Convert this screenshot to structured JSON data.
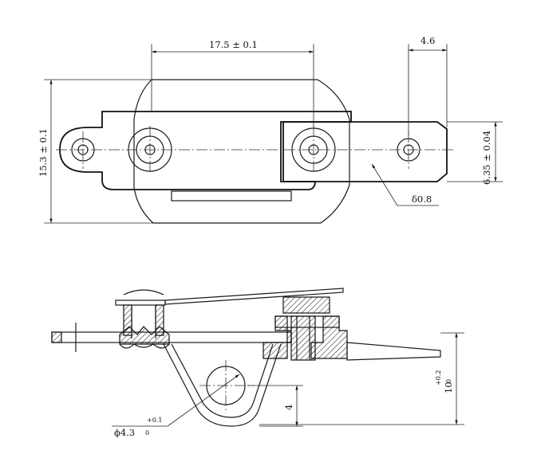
{
  "top_view": {
    "dim_center_distance": "17.5 ± 0.1",
    "dim_height": "15.3 ± 0.1",
    "dim_terminal_width": "6.35 ± 0.04",
    "dim_terminal_offset": "4.6",
    "dim_thickness": "δ0.8"
  },
  "side_view": {
    "dim_hole_base": "ϕ4.3",
    "dim_hole_sup": "+0.1",
    "dim_hole_sub": "0",
    "dim_height_base": "10",
    "dim_height_sup": "+0.2",
    "dim_height_sub": "0",
    "dim_hole_offset": "4"
  }
}
